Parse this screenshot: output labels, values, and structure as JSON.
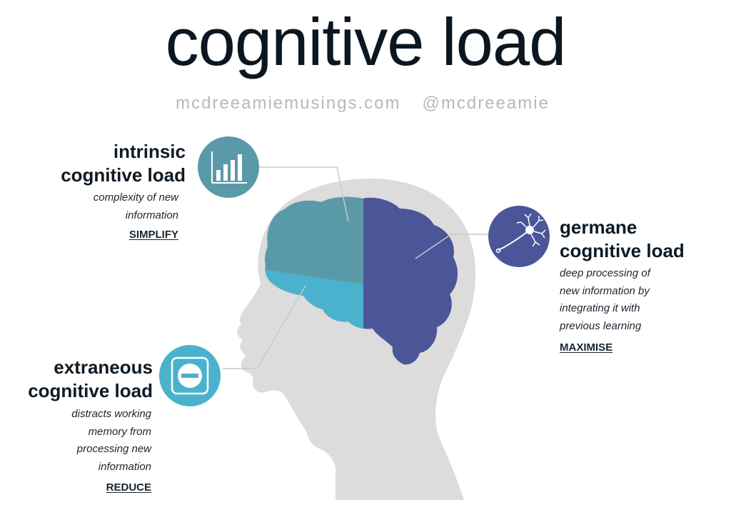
{
  "title": "cognitive load",
  "subtitle": {
    "website": "mcdreeamiemusings.com",
    "handle": "@mcdreeamie"
  },
  "colors": {
    "intrinsic": "#5a9aa8",
    "germane": "#4b5699",
    "extraneous": "#4bb2cd",
    "head": "#dcdcdc",
    "text": "#0e1a24"
  },
  "intrinsic": {
    "heading_line1": "intrinsic",
    "heading_line2": "cognitive load",
    "desc_line1": "complexity of new",
    "desc_line2": "information",
    "action": "SIMPLIFY",
    "icon": "bar-chart-icon"
  },
  "germane": {
    "heading_line1": "germane",
    "heading_line2": "cognitive load",
    "desc_line1": "deep processing of",
    "desc_line2": "new information by",
    "desc_line3": "integrating it with",
    "desc_line4": "previous learning",
    "action": "MAXIMISE",
    "icon": "neuron-icon"
  },
  "extraneous": {
    "heading_line1": "extraneous",
    "heading_line2": "cognitive load",
    "desc_line1": "distracts working",
    "desc_line2": "memory from",
    "desc_line3": "processing new",
    "desc_line4": "information",
    "action": "REDUCE",
    "icon": "minus-sign-icon"
  }
}
